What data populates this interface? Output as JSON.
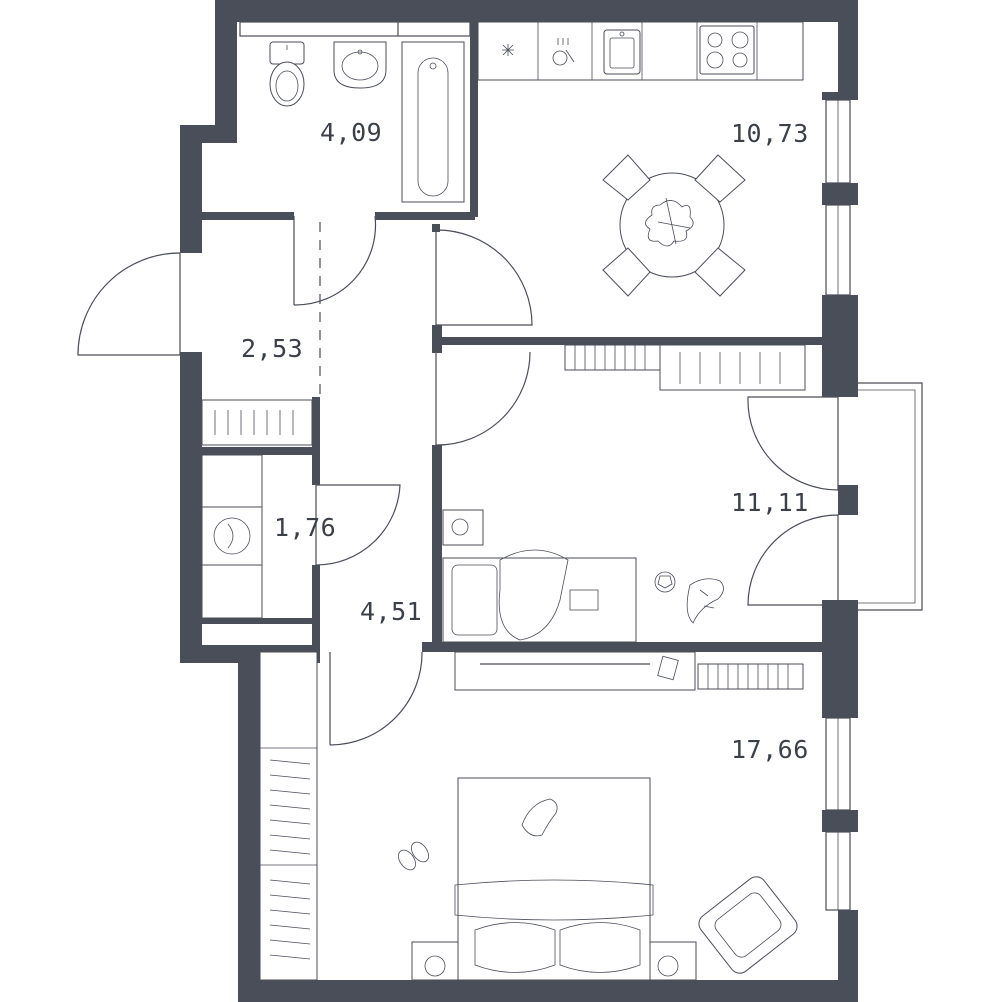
{
  "rooms": [
    {
      "id": "bathroom",
      "area": "4,09"
    },
    {
      "id": "kitchen",
      "area": "10,73"
    },
    {
      "id": "entrance-hall",
      "area": "2,53"
    },
    {
      "id": "living-room",
      "area": "11,11"
    },
    {
      "id": "laundry",
      "area": "1,76"
    },
    {
      "id": "corridor",
      "area": "4,51"
    },
    {
      "id": "bedroom",
      "area": "17,66"
    }
  ],
  "colors": {
    "wall": "#4a4e58",
    "background": "#ffffff",
    "label": "#3b3f48"
  },
  "icons": [
    "toilet-icon",
    "sink-icon",
    "bathtub-icon",
    "stove-icon",
    "kitchen-sink-icon",
    "dining-table-icon",
    "sofa-icon",
    "tv-icon",
    "bed-icon",
    "armchair-icon",
    "washing-machine-icon",
    "wardrobe-icon"
  ]
}
